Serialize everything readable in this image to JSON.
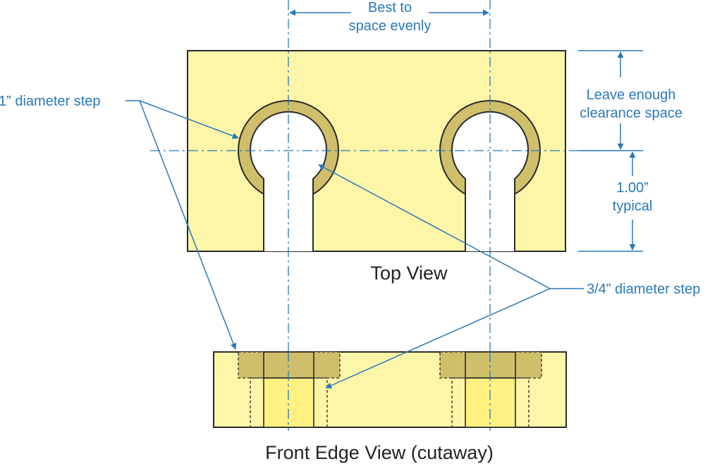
{
  "labels": {
    "spacing_line1": "Best to",
    "spacing_line2": "space evenly",
    "clearance_line1": "Leave enough",
    "clearance_line2": "clearance space",
    "typical_line1": "1.00”",
    "typical_line2": "typical",
    "one_inch_step": "1” diameter step",
    "three_quarter_step": "3/4” diameter step",
    "top_view": "Top View",
    "front_view": "Front Edge View (cutaway)"
  },
  "colors": {
    "plate_fill": "#fdf6a8",
    "step_fill": "#cfbe6a",
    "slot_fill": "#ffffff",
    "cavity_fill": "#fff082",
    "dimension_blue": "#2a78b8",
    "outline": "#2a2a2a"
  }
}
